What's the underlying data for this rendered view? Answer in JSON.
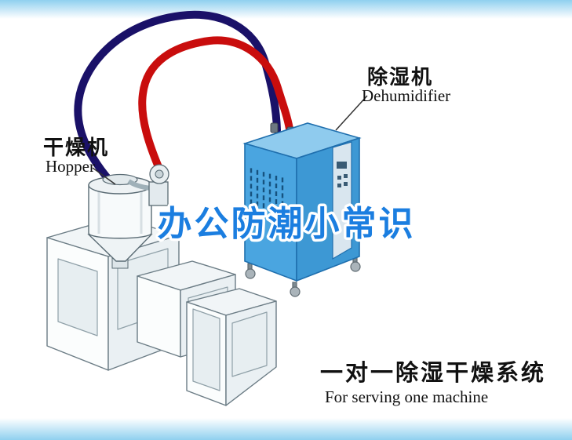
{
  "diagram": {
    "machine_labels": {
      "hopper": {
        "zh": "干燥机",
        "en": "Hopper"
      },
      "dehumidifier": {
        "zh": "除湿机",
        "en": "Dehumidifier"
      }
    },
    "watermark": {
      "text": "办公防潮小常识",
      "color": "#1b7ee0"
    },
    "caption": {
      "zh": "一对一除湿干燥系统",
      "en": "For serving one machine"
    },
    "colors": {
      "top_band": "#8fd0ef",
      "bottom_band": "#8fd0ef",
      "pipe_red": "#c90d0d",
      "pipe_navy": "#1a1168",
      "cabinet_front": "#4aa5e0",
      "cabinet_side": "#3d98d4",
      "cabinet_top": "#8fcbee",
      "machine_body": "#f5f8f9"
    }
  }
}
